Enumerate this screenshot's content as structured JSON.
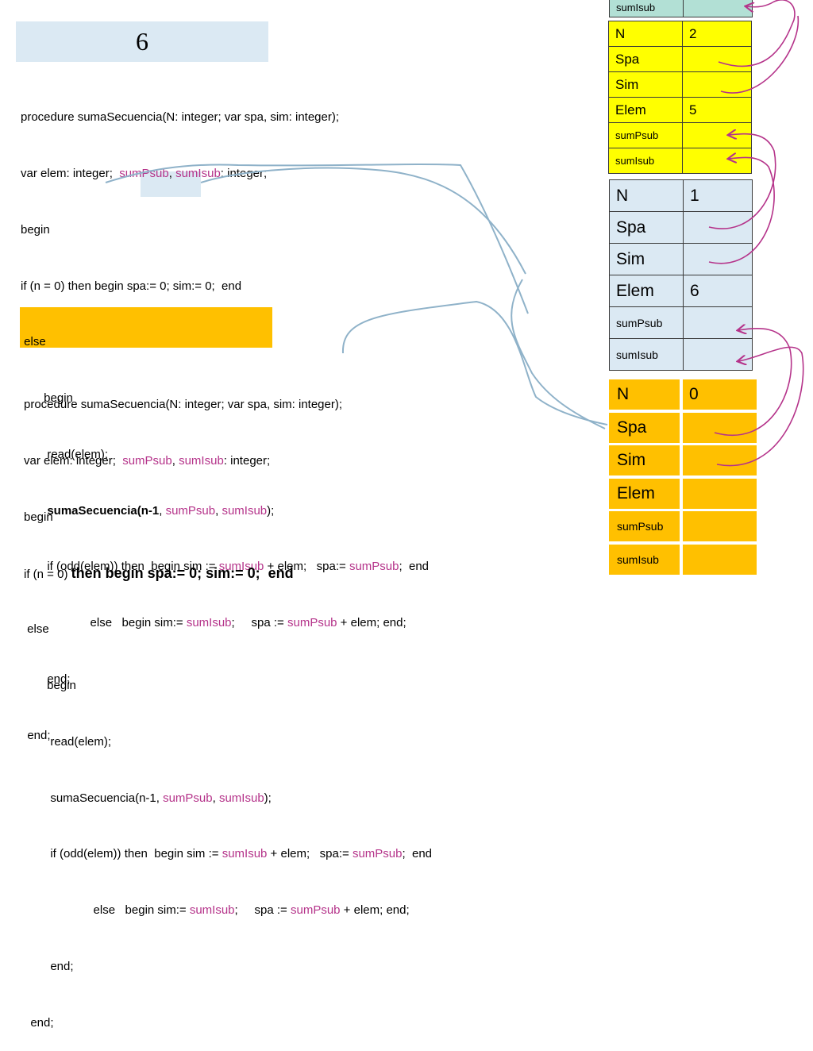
{
  "title": "6",
  "code1": {
    "line1": "procedure sumaSecuencia(N: integer; var spa, sim: integer);",
    "line2_a": "var elem: integer;  ",
    "line2_b": "sumPsub",
    "line2_c": ", ",
    "line2_d": "sumIsub",
    "line2_e": ": integer;",
    "line3": "begin",
    "line4": "if (n = 0) then begin spa:= 0; sim:= 0;  end",
    "line5": " else",
    "line6": "       begin",
    "line7": "        read(elem);",
    "line8_a": "        sumaSecuencia(n-1",
    "line8_b": ", ",
    "line8_c": "sumPsub",
    "line8_d": ", ",
    "line8_e": "sumIsub",
    "line8_f": ");",
    "line9_a": "        if (odd(elem)) then  begin sim := ",
    "line9_b": "sumIsub",
    "line9_c": " + elem;   spa:= ",
    "line9_d": "sumPsub",
    "line9_e": ";  end",
    "line10_a": "                     else   begin sim:= ",
    "line10_b": "sumIsub",
    "line10_c": ";     spa := ",
    "line10_d": "sumPsub",
    "line10_e": " + elem; end;",
    "line11": "        end;",
    "line12": "  end;"
  },
  "code2": {
    "line1": "procedure sumaSecuencia(N: integer; var spa, sim: integer);",
    "line2_a": "var elem: integer;  ",
    "line2_b": "sumPsub",
    "line2_c": ", ",
    "line2_d": "sumIsub",
    "line2_e": ": integer;",
    "line3": "begin",
    "line4_a": "if (n = 0) ",
    "line4_b": "then begin spa:= 0; sim:= 0;  end",
    "line5": " else",
    "line6": "       begin",
    "line7": "        read(elem);",
    "line8_a": "        sumaSecuencia(n-1",
    "line8_b": ", ",
    "line8_c": "sumPsub",
    "line8_d": ", ",
    "line8_e": "sumIsub",
    "line8_f": ");",
    "line9_a": "        if (odd(elem)) then  begin sim := ",
    "line9_b": "sumIsub",
    "line9_c": " + elem;   spa:= ",
    "line9_d": "sumPsub",
    "line9_e": ";  end",
    "line10_a": "                     else   begin sim:= ",
    "line10_b": "sumIsub",
    "line10_c": ";     spa := ",
    "line10_d": "sumPsub",
    "line10_e": " + elem; end;",
    "line11": "        end;",
    "line12": "  end;"
  },
  "frame_top": {
    "label": "sumIsub"
  },
  "frame_yellow": [
    {
      "key": "N",
      "value": "2"
    },
    {
      "key": "Spa",
      "value": ""
    },
    {
      "key": "Sim",
      "value": ""
    },
    {
      "key": "Elem",
      "value": "5"
    },
    {
      "key": "sumPsub",
      "value": ""
    },
    {
      "key": "sumIsub",
      "value": ""
    }
  ],
  "frame_blue": [
    {
      "key": "N",
      "value": "1"
    },
    {
      "key": "Spa",
      "value": ""
    },
    {
      "key": "Sim",
      "value": ""
    },
    {
      "key": "Elem",
      "value": "6"
    },
    {
      "key": "sumPsub",
      "value": ""
    },
    {
      "key": "sumIsub",
      "value": ""
    }
  ],
  "frame_orange": [
    {
      "key": "N",
      "value": "0"
    },
    {
      "key": "Spa",
      "value": ""
    },
    {
      "key": "Sim",
      "value": ""
    },
    {
      "key": "Elem",
      "value": ""
    },
    {
      "key": "sumPsub",
      "value": ""
    },
    {
      "key": "sumIsub",
      "value": ""
    }
  ],
  "colors": {
    "highlight_text": "#b5338a",
    "frame_yellow": "#ffff00",
    "frame_blue": "#dbe9f3",
    "frame_orange": "#ffc000",
    "frame_top": "#b2e0d5",
    "arrow_magenta": "#b5338a",
    "arrow_blue": "#8fb2c9"
  }
}
